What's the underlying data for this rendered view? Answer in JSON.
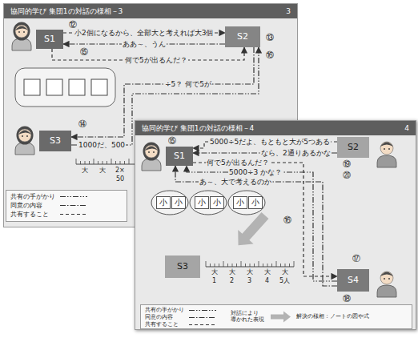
{
  "diagram": {
    "nodes": [
      {
        "text": [
          "協同的学び 集団1の対話の様相－3",
          "3"
        ]
      },
      {
        "text": [
          "S1"
        ],
        "in": 0
      },
      {
        "text": [
          "S2"
        ],
        "in": 0
      },
      {
        "text": [
          "S3"
        ],
        "in": 0
      },
      {
        "text": [
          "協同的学び 集団1の対話の様相－4",
          "4"
        ]
      },
      {
        "text": [
          "S1"
        ],
        "in": 4
      },
      {
        "text": [
          "S2"
        ],
        "in": 4
      },
      {
        "text": [
          "小"
        ],
        "in": 4
      },
      {
        "text": [
          "小"
        ],
        "in": 4
      },
      {
        "text": [
          "小"
        ],
        "in": 4
      },
      {
        "text": [
          "小"
        ],
        "in": 4
      },
      {
        "text": [
          "小"
        ],
        "in": 4
      },
      {
        "text": [
          "小"
        ],
        "in": 4
      },
      {
        "text": [
          "S3"
        ],
        "in": 4
      },
      {
        "text": [
          "S4"
        ],
        "in": 4
      }
    ],
    "edges": [
      {
        "from": 1,
        "to": 2,
        "arrow": "to",
        "label": "小2個になるから、全部大と考えれば大3個"
      },
      {
        "from": 2,
        "to": 1,
        "arrow": "to",
        "label": "ああ～、うん"
      },
      {
        "from": 1,
        "to": 2,
        "arrow": "to",
        "label": "何で5が出るんだ？"
      },
      {
        "from": 2,
        "to": 3,
        "arrow": "to",
        "label": "÷5？ 何で5が"
      },
      {
        "from": 3,
        "to": 2,
        "arrow": "to",
        "label": "1000だ、500"
      },
      {
        "from": 6,
        "to": 5,
        "arrow": "to",
        "label": "5000÷5だよ、もともと大が5つある"
      },
      {
        "from": 6,
        "to": 5,
        "arrow": "to",
        "label": "なら、2通りあるかな"
      },
      {
        "from": 5,
        "to": 14,
        "arrow": "to",
        "label": "何で5が出るんだ？"
      },
      {
        "from": 14,
        "to": 5,
        "arrow": "to",
        "label": "5000÷3 かな？"
      },
      {
        "from": 14,
        "to": 5,
        "arrow": "to",
        "label": "あ～、大で考えるのか"
      }
    ],
    "labels": [
      "⑮",
      "⑫",
      "⑬",
      "⑯",
      "⑭",
      "大",
      "大",
      "2×",
      "50",
      "⑮",
      "⑲",
      "⑳",
      "⑯",
      "⑰",
      "⑱",
      "大",
      "大",
      "大",
      "大",
      "大",
      "1",
      "2",
      "3",
      "4",
      "5人",
      "解決の様相：ノートの図や式"
    ],
    "legend": [
      {
        "text": "共有の手がかり"
      },
      {
        "text": "同意の内容"
      },
      {
        "text": "共有すること"
      },
      {
        "text": "共有の手がかり"
      },
      {
        "text": "同意の内容"
      },
      {
        "text": "共有すること"
      },
      {
        "text": "対話により 導かれた表現"
      }
    ]
  }
}
